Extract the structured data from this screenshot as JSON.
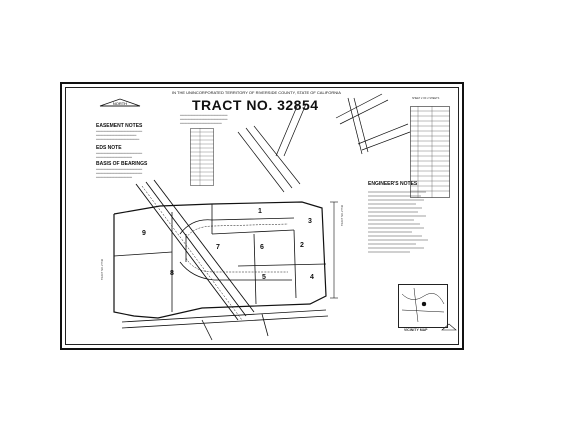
{
  "header": {
    "county_line": "IN THE UNINCORPORATED TERRITORY OF RIVERSIDE COUNTY, STATE OF CALIFORNIA",
    "title": "TRACT NO. 32854",
    "north_label": "NORTH"
  },
  "left_notes": {
    "easement_heading": "EASEMENT NOTES",
    "eds_heading": "EDS NOTE",
    "basis_heading": "BASIS OF BEARINGS"
  },
  "engineer": {
    "heading": "ENGINEER'S NOTES"
  },
  "plat": {
    "lots": [
      "1",
      "2",
      "3",
      "4",
      "5",
      "6",
      "7",
      "8",
      "9"
    ],
    "adjacent_tract": "TRACT NO. 27742"
  },
  "vicinity": {
    "label": "VICINITY MAP"
  },
  "sheet": {
    "label": "SHEET 2 OF 2 SHEETS"
  }
}
